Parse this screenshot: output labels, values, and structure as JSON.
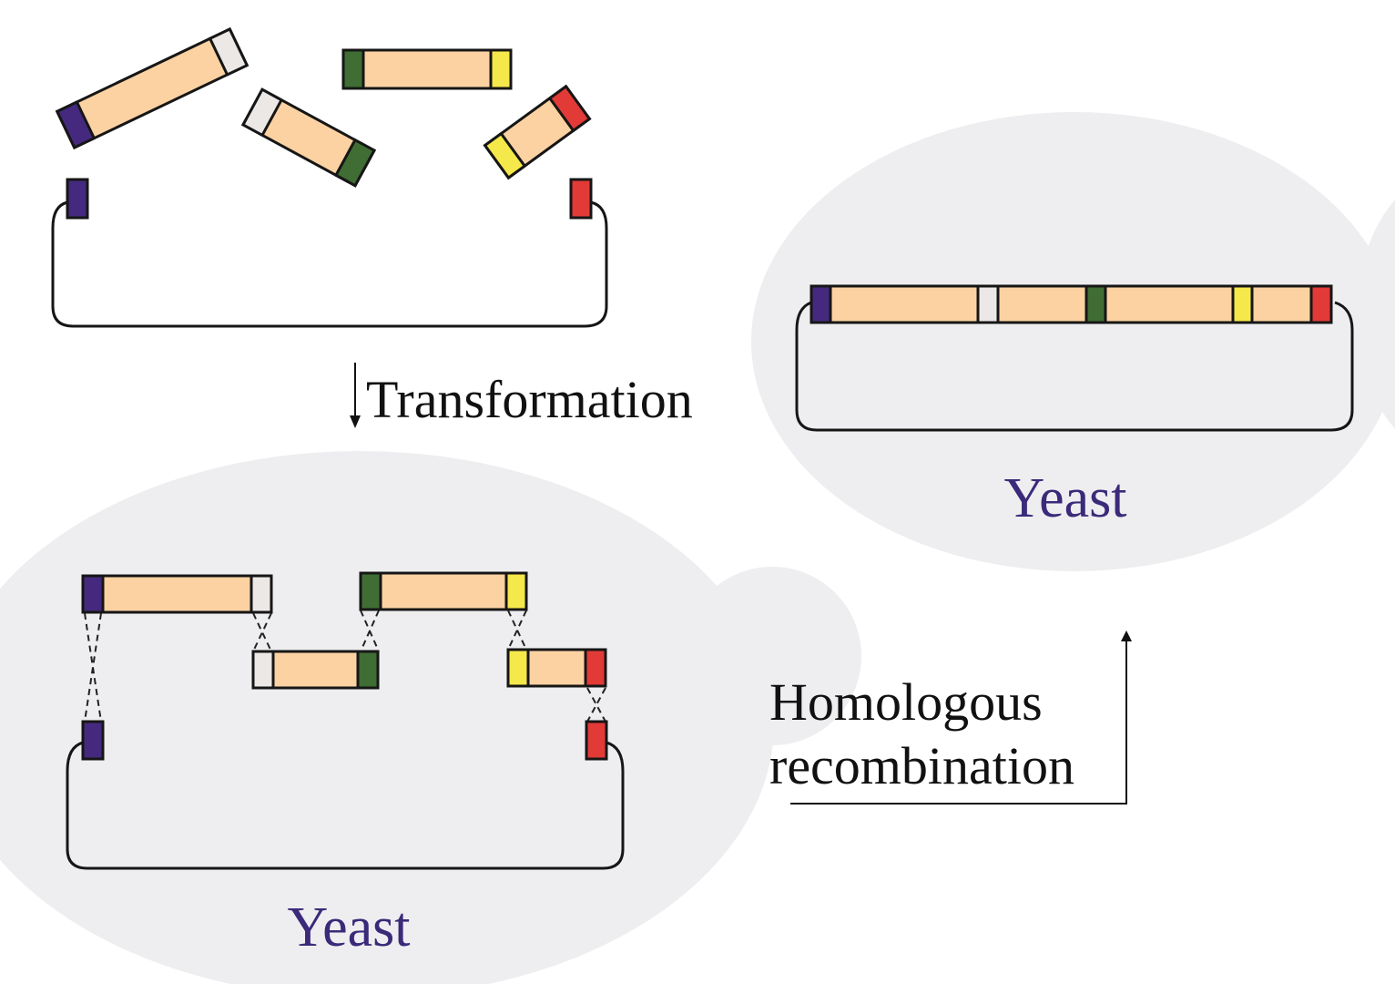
{
  "palette": {
    "background": "#ffffff",
    "yeast_cell": "#eeeef0",
    "insert_body": "#fcd2a2",
    "outline": "#161616",
    "text": "#111111",
    "yeast_label": "#3b2a7a"
  },
  "segment_colors": {
    "blue": "#45297e",
    "white": "#ebe8e6",
    "green": "#3f6d33",
    "yellow": "#f5e84a",
    "red": "#e23a37"
  },
  "steps": {
    "transformation": "Transformation",
    "homologous_line1": "Homologous",
    "homologous_line2": "recombination"
  },
  "cells": {
    "bottom_left_label": "Yeast",
    "top_right_label": "Yeast"
  },
  "fragments": [
    {
      "name": "fragment-1",
      "left_end": "blue",
      "right_end": "white"
    },
    {
      "name": "fragment-2",
      "left_end": "white",
      "right_end": "green"
    },
    {
      "name": "fragment-3",
      "left_end": "green",
      "right_end": "yellow"
    },
    {
      "name": "fragment-4",
      "left_end": "yellow",
      "right_end": "red"
    }
  ],
  "vector": {
    "left_end": "blue",
    "right_end": "red"
  },
  "assembled_construct": [
    "blue",
    "insert",
    "white",
    "insert",
    "green",
    "insert",
    "yellow",
    "insert",
    "red"
  ]
}
